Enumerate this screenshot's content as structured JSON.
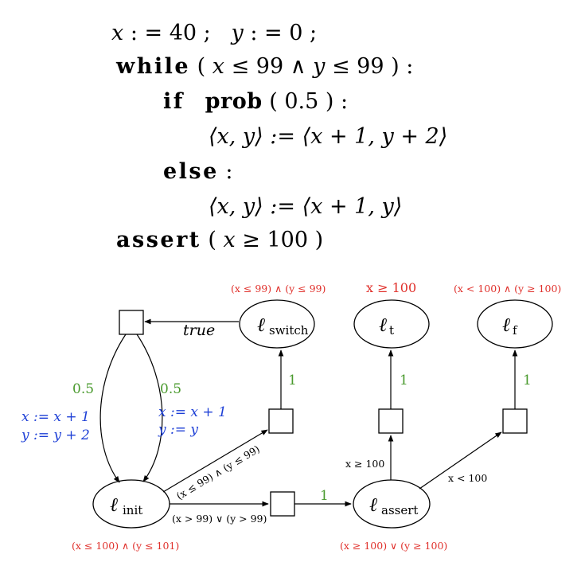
{
  "program": {
    "line1": {
      "x": "x",
      "assign1": " : = 40 ;   ",
      "y": "y",
      "assign2": " : = 0 ;"
    },
    "line2": {
      "kw": "while",
      "rest_open": " ( ",
      "x": "x",
      "le1": " ≤ 99 ∧ ",
      "y": "y",
      "le2": " ≤ 99 ) :"
    },
    "line3": {
      "kw1": "if",
      "kw2": "prob",
      "rest": " ( 0.5 ) :"
    },
    "line4": {
      "text": "⟨x, y⟩ := ⟨x + 1, y + 2⟩"
    },
    "line5": {
      "kw": "else",
      "rest": " :"
    },
    "line6": {
      "text": "⟨x, y⟩ := ⟨x + 1, y⟩"
    },
    "line7": {
      "kw": "assert",
      "rest_open": " ( ",
      "x": "x",
      "rest_close": " ≥ 100 )"
    }
  },
  "diagram": {
    "nodes": {
      "switch": {
        "label": "ℓ",
        "sub": "switch",
        "invariant": "(x ≤ 99) ∧ (y ≤ 99)"
      },
      "t": {
        "label": "ℓ",
        "sub": "t",
        "invariant": "x ≥ 100"
      },
      "f": {
        "label": "ℓ",
        "sub": "f",
        "invariant": "(x < 100) ∧ (y ≥ 100)"
      },
      "init": {
        "label": "ℓ",
        "sub": "init",
        "invariant": "(x ≤ 100) ∧ (y ≤ 101)"
      },
      "assert": {
        "label": "ℓ",
        "sub": "assert",
        "invariant": "(x ≥ 100) ∨ (y ≥ 100)"
      }
    },
    "edges": {
      "switch_to_box": "true",
      "left_prob": "0.5",
      "left_update_x": "x := x + 1",
      "left_update_y": "y := y + 2",
      "right_prob": "0.5",
      "right_update_x": "x := x + 1",
      "right_update_y": "y := y",
      "box_to_switch": "1",
      "box_to_t": "1",
      "box_to_f": "1",
      "init_to_switch_guard": "(x ≤ 99) ∧ (y ≤ 99)",
      "init_exit_guard": "(x > 99) ∨ (y > 99)",
      "box_to_assert": "1",
      "assert_to_t_guard": "x ≥ 100",
      "assert_to_f_guard": "x < 100"
    },
    "colors": {
      "invariant": "#e0302b",
      "probability": "#4a9a2e",
      "update": "#1d3fd6"
    }
  }
}
